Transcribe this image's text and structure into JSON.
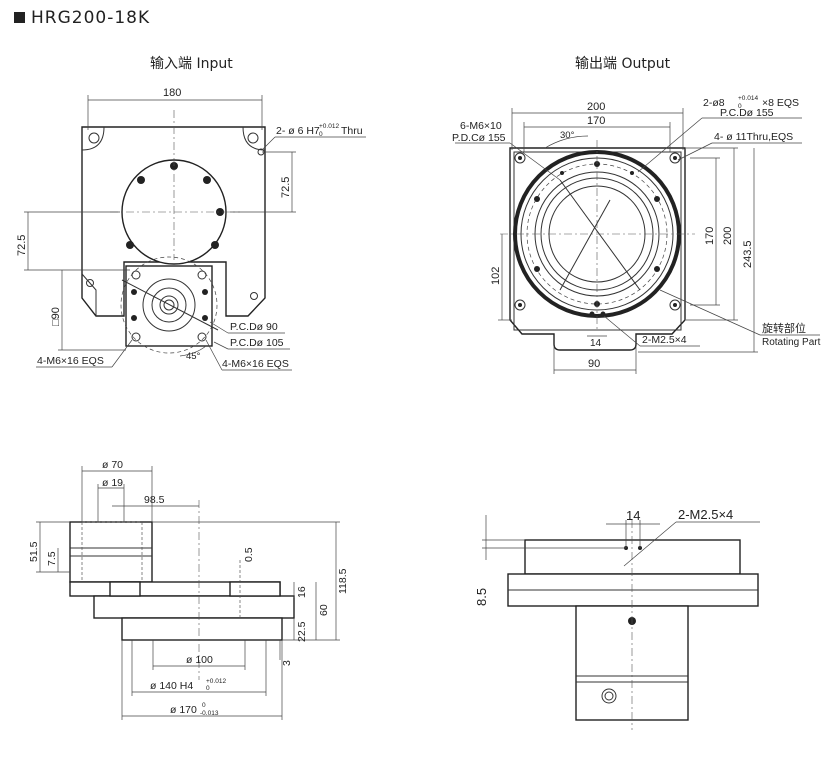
{
  "title": "HRG200-18K",
  "input_view": {
    "caption": "输入端 Input",
    "dim_width": "180",
    "dim_725": "72.5",
    "dim_725_left": "72.5",
    "dim_square": "□90",
    "note_hole": "2- ø 6 H7",
    "note_hole_tol": "+0.012",
    "note_hole_tol2": "0",
    "note_thru": "Thru",
    "pcd90": "P.C.Dø 90",
    "pcd105": "P.C.Dø 105",
    "angle45": "45°",
    "m6_left": "4-M6×16 EQS",
    "m6_right": "4-M6×16 EQS"
  },
  "output_view": {
    "caption": "输出端 Output",
    "dim_200_top": "200",
    "dim_170_top": "170",
    "angle30": "30°",
    "m6x10": "6-M6×10",
    "pdc155": "P.D.Cø 155",
    "pin_note": "2-ø8",
    "pin_tol": "+0.014",
    "pin_tol2": "0",
    "pin_rest": "×8 EQS",
    "pin_pcd": "P.C.Dø 155",
    "thru_note": "4- ø 11Thru,EQS",
    "dim_170_side": "170",
    "dim_200_side": "200",
    "dim_2435": "243.5",
    "dim_102": "102",
    "dim_14": "14",
    "m25": "2-M2.5×4",
    "dim_90": "90",
    "rotating_cn": "旋转部位",
    "rotating_en": "Rotating Part"
  },
  "side_view": {
    "d70": "ø 70",
    "d19": "ø 19",
    "dim_985": "98.5",
    "dim_515": "51.5",
    "dim_75": "7.5",
    "dim_05": "0.5",
    "dim_1185": "118.5",
    "dim_16": "16",
    "dim_60": "60",
    "dim_225": "22.5",
    "dim_3": "3",
    "d100": "ø 100",
    "d140": "ø 140 H4",
    "d140_tol": "+0.012",
    "d140_tol2": "0",
    "d170": "ø 170",
    "d170_tol": "0",
    "d170_tol2": "-0.013"
  },
  "detail_view": {
    "dim_14": "14",
    "m25": "2-M2.5×4",
    "dim_85": "8.5"
  }
}
